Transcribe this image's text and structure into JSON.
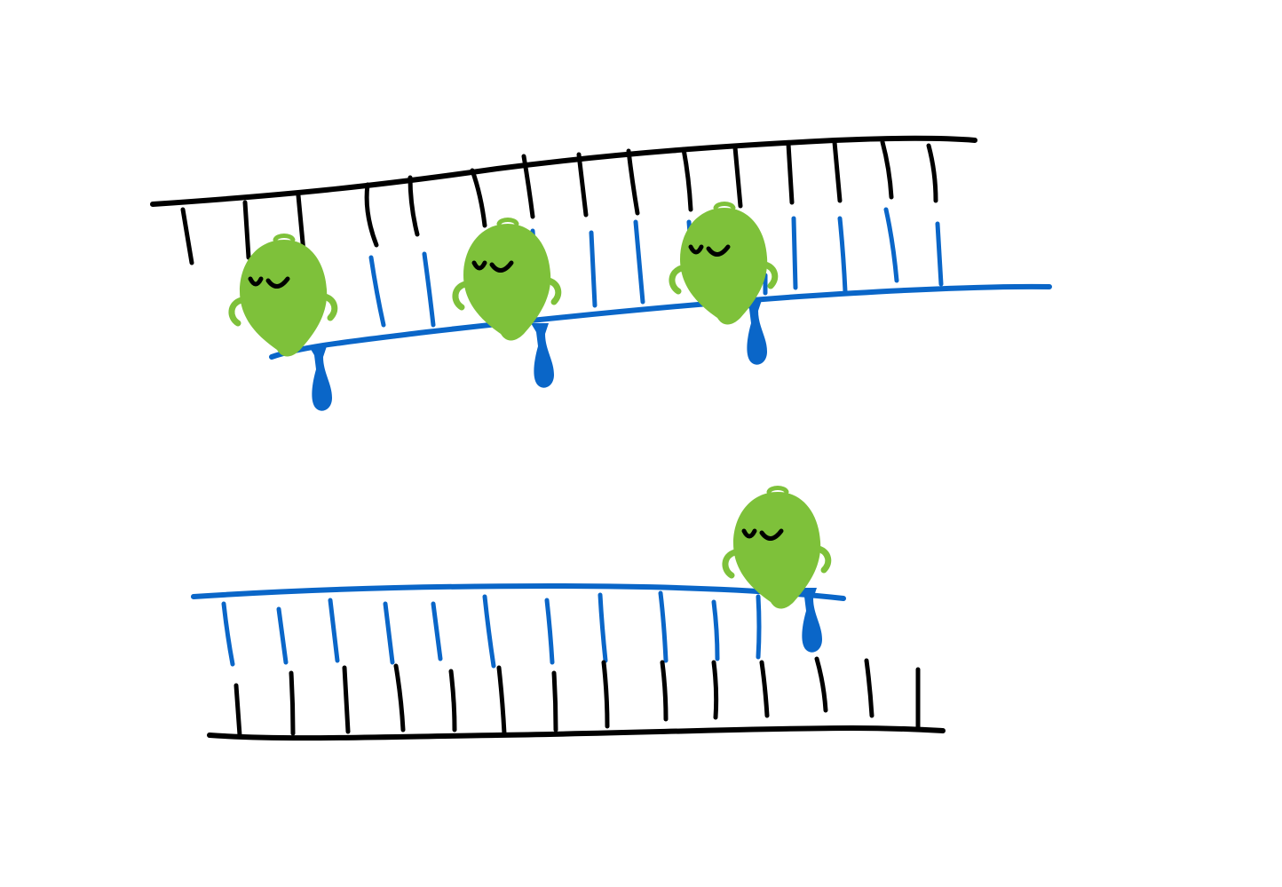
{
  "diagram": {
    "background": "#ffffff",
    "colors": {
      "template_strand": "#000000",
      "new_strand": "#0a66c8",
      "enzyme_body": "#7ec13a",
      "enzyme_face": "#000000"
    },
    "panels": [
      {
        "name": "top-duplex",
        "template_ticks": 16,
        "new_strand_ticks": 12,
        "enzymes": 3
      },
      {
        "name": "bottom-duplex",
        "template_ticks": 14,
        "new_strand_ticks": 12,
        "enzymes": 1
      }
    ]
  }
}
